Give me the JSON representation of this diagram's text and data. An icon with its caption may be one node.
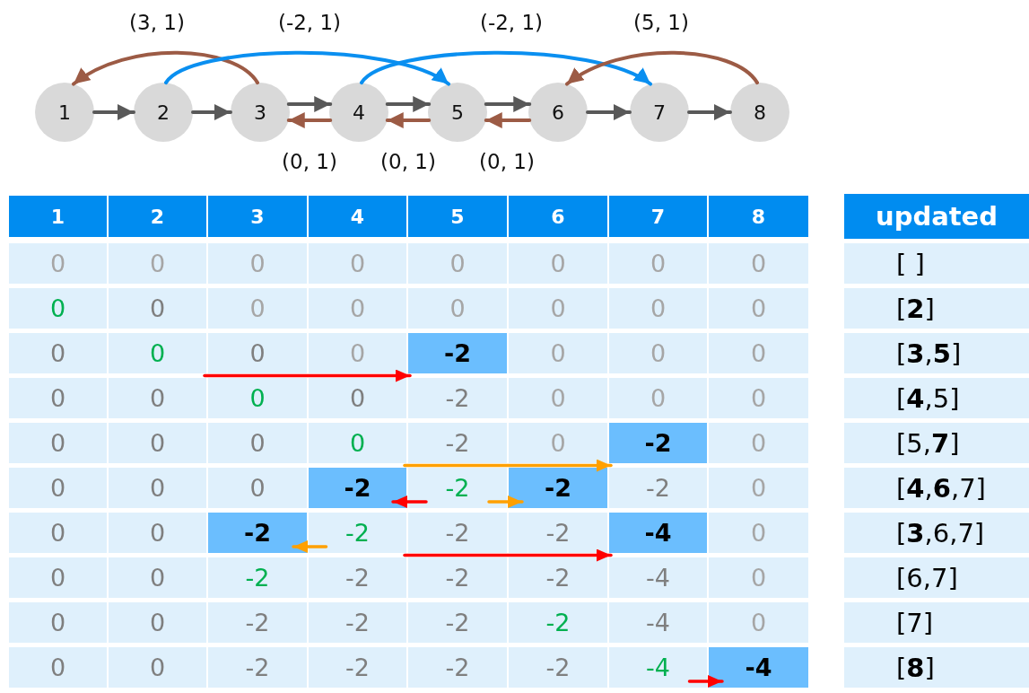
{
  "diagram": {
    "nodes": [
      {
        "text": [
          "1"
        ]
      },
      {
        "text": [
          "2"
        ]
      },
      {
        "text": [
          "3"
        ]
      },
      {
        "text": [
          "4"
        ]
      },
      {
        "text": [
          "5"
        ]
      },
      {
        "text": [
          "6"
        ]
      },
      {
        "text": [
          "7"
        ]
      },
      {
        "text": [
          "8"
        ]
      },
      {
        "text": [
          "1"
        ]
      },
      {
        "text": [
          "2"
        ]
      },
      {
        "text": [
          "3"
        ]
      },
      {
        "text": [
          "4"
        ]
      },
      {
        "text": [
          "5"
        ]
      },
      {
        "text": [
          "6"
        ]
      },
      {
        "text": [
          "7"
        ]
      },
      {
        "text": [
          "8"
        ]
      },
      {
        "text": [
          "updated"
        ]
      },
      {
        "text": [
          "0"
        ]
      },
      {
        "text": [
          "0"
        ]
      },
      {
        "text": [
          "0"
        ]
      },
      {
        "text": [
          "0"
        ]
      },
      {
        "text": [
          "0"
        ]
      },
      {
        "text": [
          "0"
        ]
      },
      {
        "text": [
          "0"
        ]
      },
      {
        "text": [
          "0"
        ]
      },
      {
        "text": [
          "[ ]"
        ]
      },
      {
        "text": [
          "0"
        ]
      },
      {
        "text": [
          "0"
        ]
      },
      {
        "text": [
          "0"
        ]
      },
      {
        "text": [
          "0"
        ]
      },
      {
        "text": [
          "0"
        ]
      },
      {
        "text": [
          "0"
        ]
      },
      {
        "text": [
          "0"
        ]
      },
      {
        "text": [
          "0"
        ]
      },
      {
        "text": [
          "[**2**]"
        ]
      },
      {
        "text": [
          "0"
        ]
      },
      {
        "text": [
          "0"
        ]
      },
      {
        "text": [
          "0"
        ]
      },
      {
        "text": [
          "0"
        ]
      },
      {
        "text": [
          "-2"
        ]
      },
      {
        "text": [
          "0"
        ]
      },
      {
        "text": [
          "0"
        ]
      },
      {
        "text": [
          "0"
        ]
      },
      {
        "text": [
          "[**3**,**5**]"
        ]
      },
      {
        "text": [
          "0"
        ]
      },
      {
        "text": [
          "0"
        ]
      },
      {
        "text": [
          "0"
        ]
      },
      {
        "text": [
          "0"
        ]
      },
      {
        "text": [
          "-2"
        ]
      },
      {
        "text": [
          "0"
        ]
      },
      {
        "text": [
          "0"
        ]
      },
      {
        "text": [
          "0"
        ]
      },
      {
        "text": [
          "[**4**,5]"
        ]
      },
      {
        "text": [
          "0"
        ]
      },
      {
        "text": [
          "0"
        ]
      },
      {
        "text": [
          "0"
        ]
      },
      {
        "text": [
          "0"
        ]
      },
      {
        "text": [
          "-2"
        ]
      },
      {
        "text": [
          "0"
        ]
      },
      {
        "text": [
          "-2"
        ]
      },
      {
        "text": [
          "0"
        ]
      },
      {
        "text": [
          "[5,**7**]"
        ]
      },
      {
        "text": [
          "0"
        ]
      },
      {
        "text": [
          "0"
        ]
      },
      {
        "text": [
          "0"
        ]
      },
      {
        "text": [
          "-2"
        ]
      },
      {
        "text": [
          "-2"
        ]
      },
      {
        "text": [
          "-2"
        ]
      },
      {
        "text": [
          "-2"
        ]
      },
      {
        "text": [
          "0"
        ]
      },
      {
        "text": [
          "[**4**,**6**,7]"
        ]
      },
      {
        "text": [
          "0"
        ]
      },
      {
        "text": [
          "0"
        ]
      },
      {
        "text": [
          "-2"
        ]
      },
      {
        "text": [
          "-2"
        ]
      },
      {
        "text": [
          "-2"
        ]
      },
      {
        "text": [
          "-2"
        ]
      },
      {
        "text": [
          "-4"
        ]
      },
      {
        "text": [
          "0"
        ]
      },
      {
        "text": [
          "[**3**,6,7]"
        ]
      },
      {
        "text": [
          "0"
        ]
      },
      {
        "text": [
          "0"
        ]
      },
      {
        "text": [
          "-2"
        ]
      },
      {
        "text": [
          "-2"
        ]
      },
      {
        "text": [
          "-2"
        ]
      },
      {
        "text": [
          "-2"
        ]
      },
      {
        "text": [
          "-4"
        ]
      },
      {
        "text": [
          "0"
        ]
      },
      {
        "text": [
          "[6,7]"
        ]
      },
      {
        "text": [
          "0"
        ]
      },
      {
        "text": [
          "0"
        ]
      },
      {
        "text": [
          "-2"
        ]
      },
      {
        "text": [
          "-2"
        ]
      },
      {
        "text": [
          "-2"
        ]
      },
      {
        "text": [
          "-2"
        ]
      },
      {
        "text": [
          "-4"
        ]
      },
      {
        "text": [
          "0"
        ]
      },
      {
        "text": [
          "[7]"
        ]
      },
      {
        "text": [
          "0"
        ]
      },
      {
        "text": [
          "0"
        ]
      },
      {
        "text": [
          "-2"
        ]
      },
      {
        "text": [
          "-2"
        ]
      },
      {
        "text": [
          "-2"
        ]
      },
      {
        "text": [
          "-2"
        ]
      },
      {
        "text": [
          "-4"
        ]
      },
      {
        "text": [
          "-4"
        ]
      },
      {
        "text": [
          "[**8**]"
        ]
      }
    ],
    "edges": [
      {
        "from": 0,
        "to": 1,
        "arrow": "to"
      },
      {
        "from": 1,
        "to": 2,
        "arrow": "to"
      },
      {
        "from": 2,
        "to": 3,
        "arrow": "to"
      },
      {
        "from": 3,
        "to": 4,
        "arrow": "to"
      },
      {
        "from": 4,
        "to": 5,
        "arrow": "to"
      },
      {
        "from": 5,
        "to": 6,
        "arrow": "to"
      },
      {
        "from": 6,
        "to": 7,
        "arrow": "to"
      },
      {
        "from": 2,
        "to": 0,
        "arrow": "to",
        "label": "(3, 1)",
        "color": "#9c5b45"
      },
      {
        "from": 1,
        "to": 4,
        "arrow": "to",
        "label": "(-2, 1)",
        "color": "#0a8ff0"
      },
      {
        "from": 3,
        "to": 6,
        "arrow": "to",
        "label": "(-2, 1)",
        "color": "#0a8ff0"
      },
      {
        "from": 7,
        "to": 5,
        "arrow": "to",
        "label": "(5, 1)",
        "color": "#9c5b45"
      },
      {
        "from": 3,
        "to": 2,
        "arrow": "to",
        "label": "(0, 1)",
        "color": "#9c5b45"
      },
      {
        "from": 4,
        "to": 3,
        "arrow": "to",
        "label": "(0, 1)",
        "color": "#9c5b45"
      },
      {
        "from": 5,
        "to": 4,
        "arrow": "to",
        "label": "(0, 1)",
        "color": "#9c5b45"
      },
      {
        "from": 36,
        "to": 39,
        "arrow": "to",
        "color": "#ff0000"
      },
      {
        "from": 56,
        "to": 59,
        "arrow": "to",
        "color": "#ffa000"
      },
      {
        "from": 66,
        "to": 65,
        "arrow": "to",
        "color": "#ff0000"
      },
      {
        "from": 66,
        "to": 67,
        "arrow": "to",
        "color": "#ffa000"
      },
      {
        "from": 74,
        "to": 73,
        "arrow": "to",
        "color": "#ffa000"
      },
      {
        "from": 74,
        "to": 77,
        "arrow": "to",
        "color": "#ff0000"
      },
      {
        "from": 104,
        "to": 105,
        "arrow": "to",
        "color": "#ff0000"
      }
    ]
  }
}
